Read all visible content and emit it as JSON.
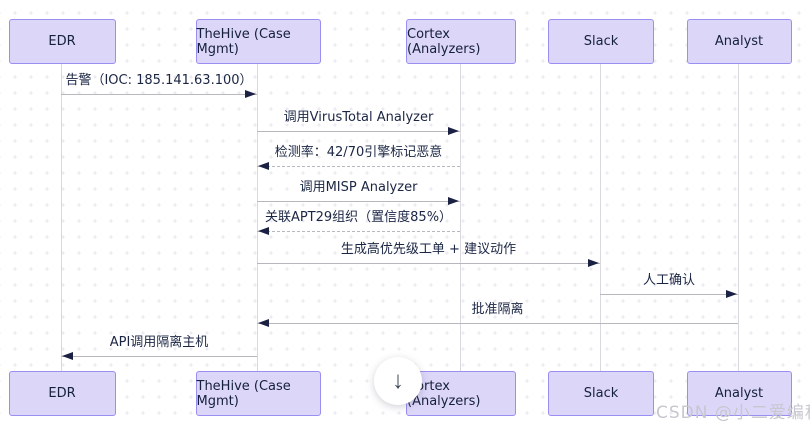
{
  "diagram": {
    "type": "sequence",
    "actors": [
      {
        "id": "edr",
        "label": "EDR"
      },
      {
        "id": "thehive",
        "label": "TheHive (Case Mgmt)"
      },
      {
        "id": "cortex",
        "label": "Cortex (Analyzers)"
      },
      {
        "id": "slack",
        "label": "Slack"
      },
      {
        "id": "analyst",
        "label": "Analyst"
      }
    ],
    "messages": [
      {
        "from": "edr",
        "to": "thehive",
        "label": "告警（IOC: 185.141.63.100）",
        "line": "solid"
      },
      {
        "from": "thehive",
        "to": "cortex",
        "label": "调用VirusTotal Analyzer",
        "line": "solid"
      },
      {
        "from": "cortex",
        "to": "thehive",
        "label": "检测率：42/70引擎标记恶意",
        "line": "dashed"
      },
      {
        "from": "thehive",
        "to": "cortex",
        "label": "调用MISP Analyzer",
        "line": "solid"
      },
      {
        "from": "cortex",
        "to": "thehive",
        "label": "关联APT29组织（置信度85%）",
        "line": "dashed"
      },
      {
        "from": "thehive",
        "to": "slack",
        "label": "生成高优先级工单 + 建议动作",
        "line": "solid"
      },
      {
        "from": "slack",
        "to": "analyst",
        "label": "人工确认",
        "line": "solid"
      },
      {
        "from": "analyst",
        "to": "thehive",
        "label": "批准隔离",
        "line": "solid"
      },
      {
        "from": "thehive",
        "to": "edr",
        "label": "API调用隔离主机",
        "line": "solid"
      }
    ]
  },
  "overlay": {
    "download_icon": "↓"
  },
  "watermark": {
    "text": "CSDN @小二爱编程 ·"
  },
  "colors": {
    "actor_fill": "#dcd6f8",
    "actor_border": "#998ef2",
    "message_text": "#1b2644",
    "line": "#b7b7bd",
    "arrowhead": "#1b2142",
    "lifeline": "#d8d8de"
  }
}
